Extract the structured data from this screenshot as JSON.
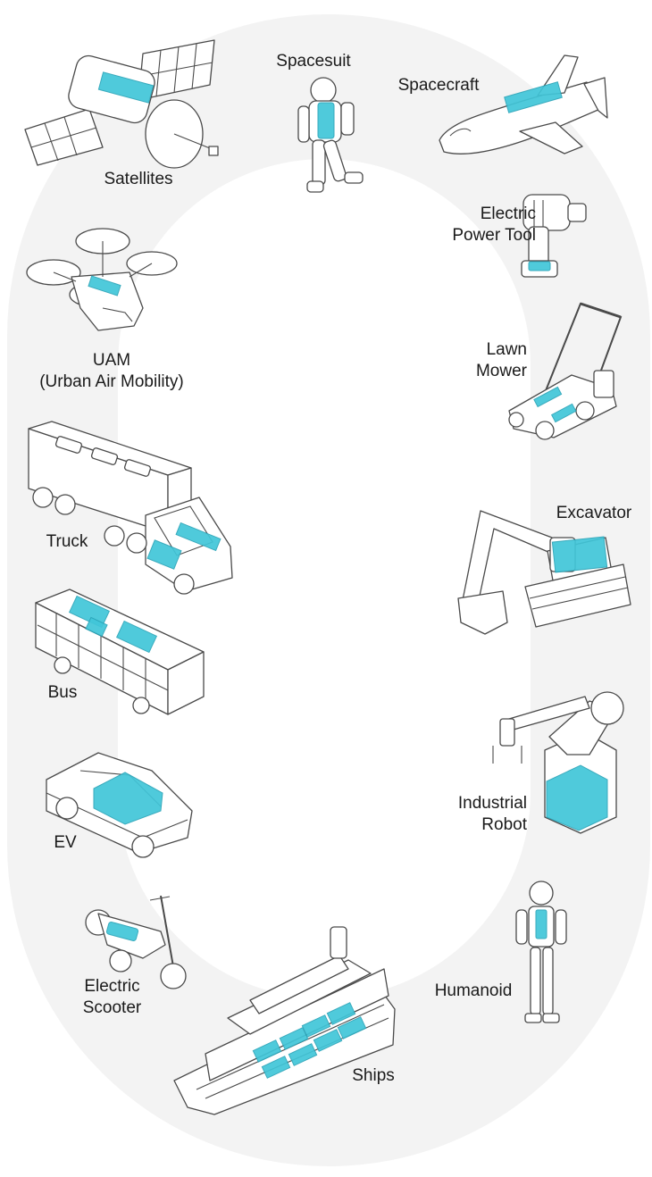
{
  "colors": {
    "track": "#f3f3f3",
    "battery": "#41c6d9",
    "outline": "#4a4a4a",
    "text": "#1a1a1a"
  },
  "items": {
    "satellites": {
      "label": "Satellites",
      "icon": "satellite-icon"
    },
    "spacesuit": {
      "label": "Spacesuit",
      "icon": "spacesuit-icon"
    },
    "spacecraft": {
      "label": "Spacecraft",
      "icon": "spacecraft-icon"
    },
    "power_tool": {
      "label": "Electric\nPower Tool",
      "icon": "power-drill-icon"
    },
    "uam": {
      "label": "UAM\n(Urban Air Mobility)",
      "icon": "drone-icon"
    },
    "lawn_mower": {
      "label": "Lawn\nMower",
      "icon": "lawn-mower-icon"
    },
    "truck": {
      "label": "Truck",
      "icon": "truck-icon"
    },
    "excavator": {
      "label": "Excavator",
      "icon": "excavator-icon"
    },
    "bus": {
      "label": "Bus",
      "icon": "bus-icon"
    },
    "industrial_robot": {
      "label": "Industrial\nRobot",
      "icon": "robot-arm-icon"
    },
    "ev": {
      "label": "EV",
      "icon": "electric-car-icon"
    },
    "scooter": {
      "label": "Electric\nScooter",
      "icon": "scooter-icon"
    },
    "humanoid": {
      "label": "Humanoid",
      "icon": "humanoid-icon"
    },
    "ships": {
      "label": "Ships",
      "icon": "ship-icon"
    }
  }
}
